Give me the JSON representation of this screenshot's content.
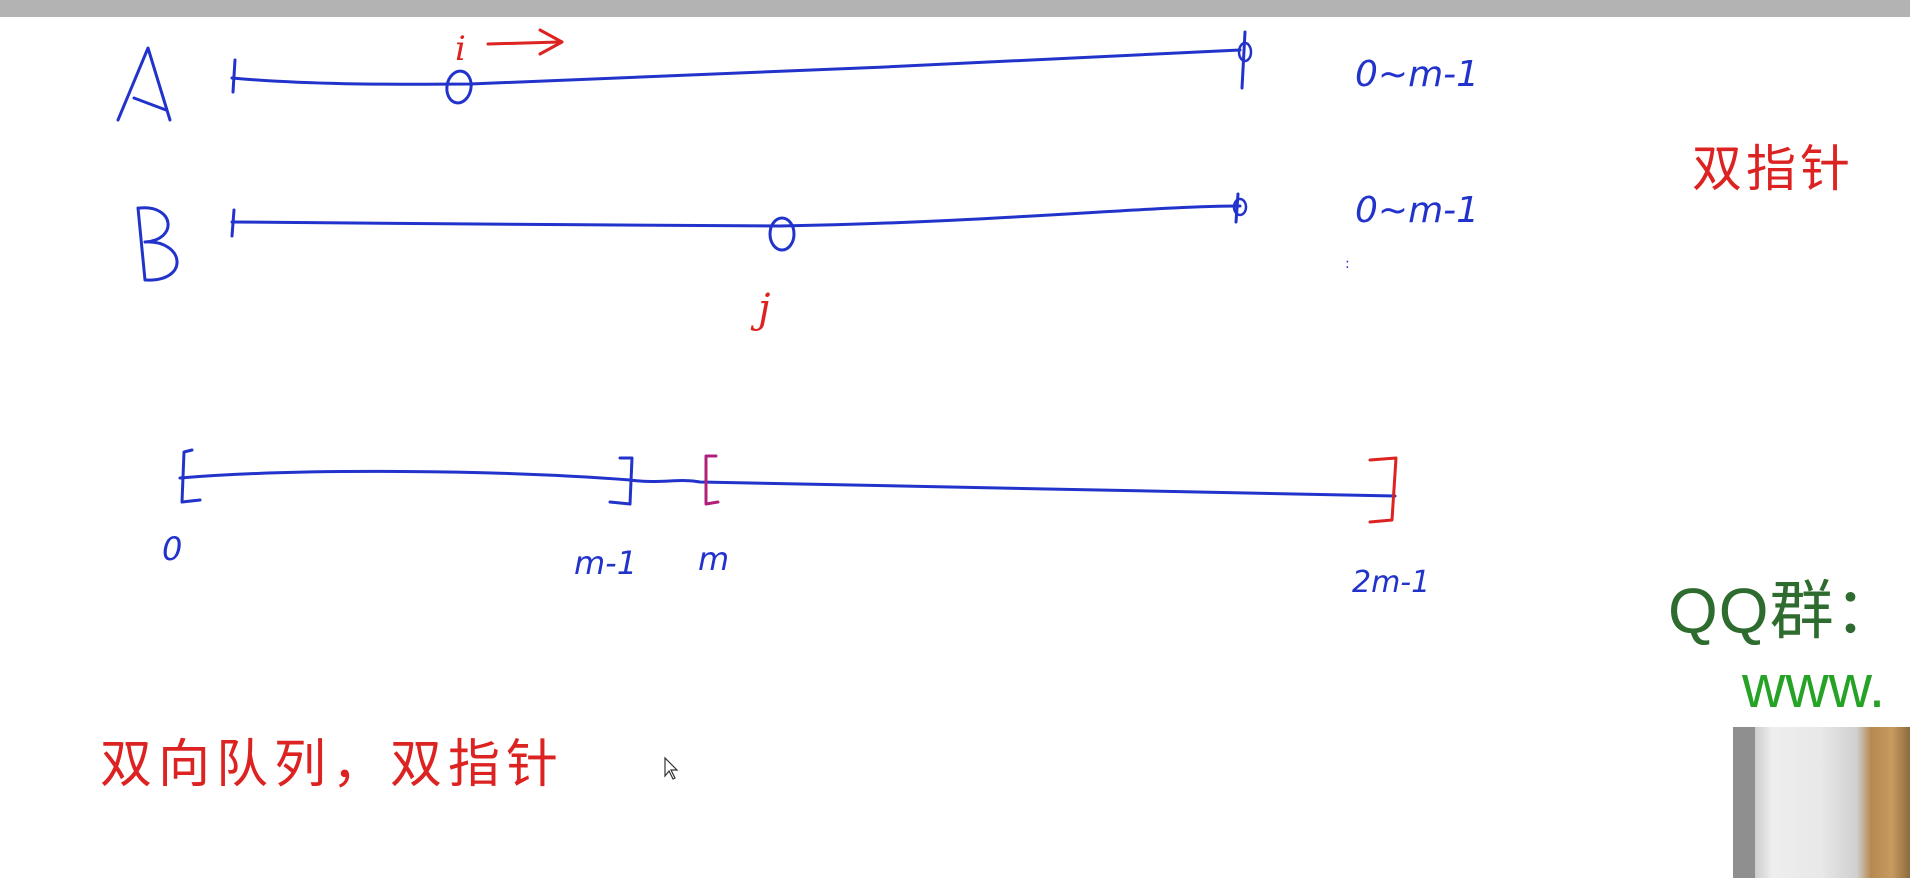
{
  "whiteboard": {
    "row_a": {
      "letter": "A",
      "pointer_label": "i",
      "range": "0~m-1"
    },
    "row_b": {
      "letter": "B",
      "pointer_label": "j",
      "range": "0~m-1"
    },
    "merged": {
      "tick_labels": [
        "0",
        "m-1",
        "m",
        "2m-1"
      ]
    },
    "notes": {
      "bottom_left": "双向队列，双指针",
      "right_side": "双指针"
    },
    "colors": {
      "blue_ink": "#2233cc",
      "red_ink": "#dd2222"
    }
  },
  "overlay": {
    "qq_group": "QQ群：",
    "website": "www.",
    "brand_green": "#2e6b2e",
    "link_green": "#26a326"
  }
}
